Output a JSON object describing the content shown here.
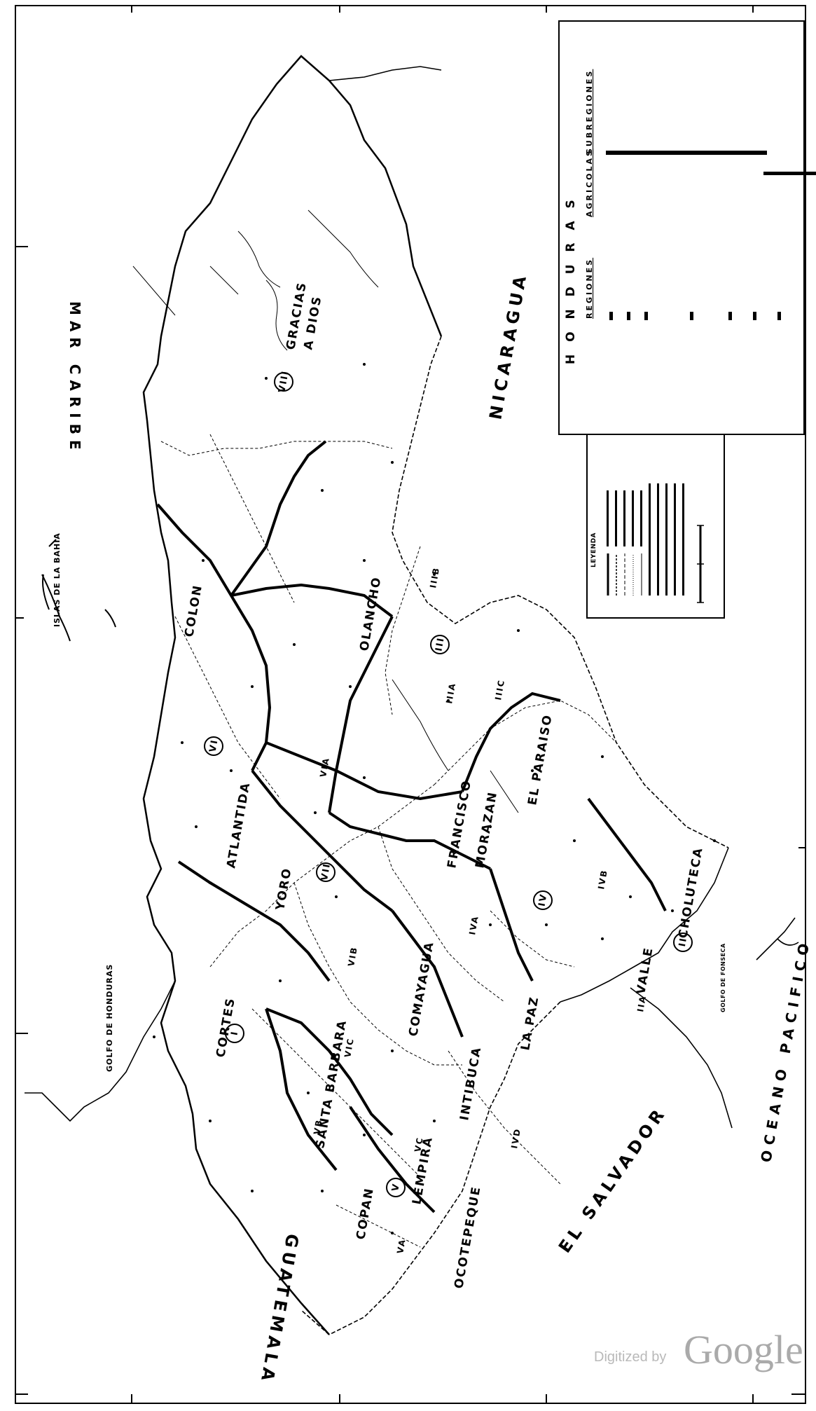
{
  "map": {
    "seas": {
      "caribbean": "MAR  CARIBE",
      "pacific": "OCEANO  PACIFICO",
      "gulf_honduras": "GOLFO DE HONDURAS",
      "gulf_fonseca": "GOLFO DE FONSECA"
    },
    "countries": {
      "guatemala": "GUATEMALA",
      "el_salvador": "EL SALVADOR",
      "nicaragua": "NICARAGUA"
    },
    "islands": "ISLAS DE LA BAHIA",
    "departments": {
      "gracias_a_dios_1": "GRACIAS",
      "gracias_a_dios_2": "A DIOS",
      "colon": "COLON",
      "olancho": "OLANCHO",
      "atlantida": "ATLANTIDA",
      "yoro": "YORO",
      "cortes": "CORTES",
      "santa_barbara": "SANTA BARBARA",
      "comayagua": "COMAYAGUA",
      "francisco": "FRANCISCO",
      "morazan": "MORAZAN",
      "el_paraiso": "EL PARAISO",
      "choluteca": "CHOLUTECA",
      "valle": "VALLE",
      "la_paz": "LA PAZ",
      "intibuca": "INTIBUCA",
      "lempira": "LEMPIRA",
      "copan": "COPAN",
      "ocotepeque": "OCOTEPEQUE"
    },
    "regions": {
      "r1": "I",
      "r2": "II",
      "r3": "III",
      "r4": "IV",
      "r5": "V",
      "r6": "VI",
      "r7": "VII",
      "r8": "VIII"
    },
    "subregions": {
      "iiia": "IIIA",
      "iiib": "IIIB",
      "iiic": "IIIC",
      "iva": "IVA",
      "ivb": "IVB",
      "ivd": "IVD",
      "va": "VA",
      "vb": "VB",
      "vc": "VC",
      "via": "VIA",
      "vib": "VIB",
      "vic": "VIC",
      "iia": "IIA"
    }
  },
  "legend_main": {
    "title": "H O N D U R A S",
    "heading_left": "REGIONES",
    "heading_center": "AGRICOLAS",
    "heading_right": "SUBREGIONES"
  },
  "legend_small": {
    "title": "LEYENDA"
  },
  "watermark": {
    "prefix": "Digitized by",
    "brand": "Google"
  },
  "colors": {
    "ink": "#000000",
    "paper": "#ffffff",
    "watermark": "#aaaaaa"
  }
}
